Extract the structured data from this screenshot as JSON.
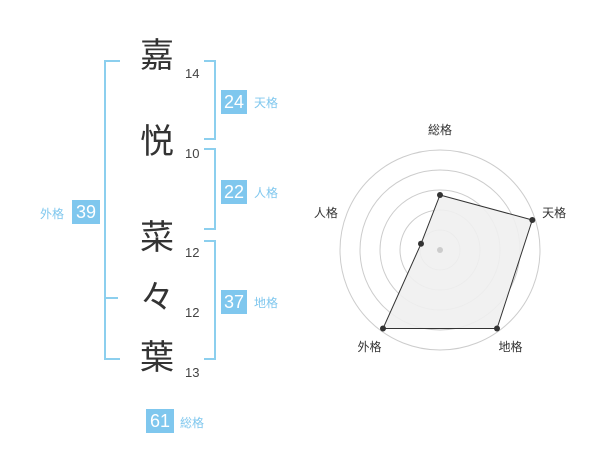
{
  "name": {
    "chars": [
      {
        "char": "嘉",
        "strokes": "14"
      },
      {
        "char": "悦",
        "strokes": "10"
      },
      {
        "char": "菜",
        "strokes": "12"
      },
      {
        "char": "々",
        "strokes": "12"
      },
      {
        "char": "葉",
        "strokes": "13"
      }
    ]
  },
  "fortune": {
    "tenkaku": {
      "value": "24",
      "label": "天格"
    },
    "jinkaku": {
      "value": "22",
      "label": "人格"
    },
    "chikaku": {
      "value": "37",
      "label": "地格"
    },
    "gaikaku": {
      "value": "39",
      "label": "外格"
    },
    "soukaku": {
      "value": "61",
      "label": "総格"
    }
  },
  "colors": {
    "accent": "#7fc7ee",
    "bracket": "#8ccfee",
    "radar_fill": "#efefef",
    "radar_line": "#333333"
  },
  "chart_data": {
    "type": "radar",
    "axes": [
      "総格",
      "天格",
      "地格",
      "外格",
      "人格"
    ],
    "values": [
      0.55,
      0.97,
      0.97,
      0.97,
      0.2
    ],
    "rings": 5,
    "range": [
      0,
      1
    ]
  }
}
